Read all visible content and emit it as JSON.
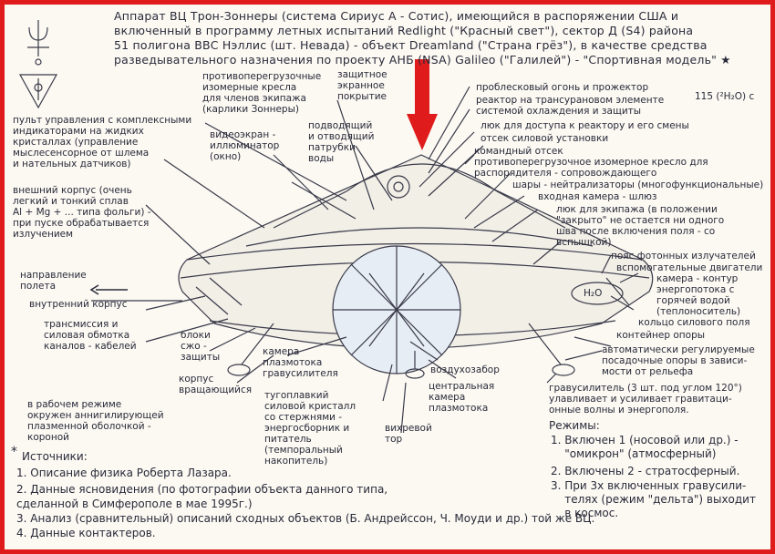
{
  "header": {
    "line1": "Аппарат ВЦ Трон-Зоннеры (система Сириус А - Сотис), имеющийся в распоряжении США и",
    "line2": "включенный в программу летных испытаний Redlight (\"Красный свет\"), сектор Д (S4) района",
    "line3": "51 полигона ВВС Нэллис (шт. Невада) - объект Dreamland (\"Страна грёз\"), в качестве средства",
    "line4": "разведывательного назначения по проекту АНБ (NSA) Galileo (\"Галилей\") - \"Спортивная модель\" ★"
  },
  "labels": {
    "control_panel": "пульт управления с комплексными\nиндикаторами на жидких\nкристаллах (управление\nмыслесенсорное от шлема\nи нательных датчиков)",
    "outer_hull": "внешний корпус (очень\nлегкий и тонкий сплав\nAl + Mg + ... типа фольги) -\nпри пуске обрабатывается\nизлучением",
    "flight_direction": "направление\nполета",
    "inner_hull": "внутренний корпус",
    "transmission": "трансмиссия и\nсиловая обмотка\nканалов - кабелей",
    "cooling_blocks": "блоки\nсжо -\nзащиты",
    "rotating_body": "корпус\nвращающийся",
    "plasma_field": "в рабочем режиме\nокружен аннигилирующей\nплазменной оболочкой -\nкороной",
    "anti_g_seats": "противоперегрузочные\nизомерные кресла\nдля членов экипажа\n(карлики Зоннеры)",
    "shield_cover": "защитное\nэкранное\nпокрытие",
    "video_screen": "видеоэкран -\nиллюминатор\n(окно)",
    "water_pipes": "подводящий\nи отводящий\nпатрубки\nводы",
    "beacon": "проблесковый огонь и прожектор",
    "reactor_element": "реактор на трансурановом элементе\nсистемой охлаждения и защиты",
    "element_formula": "115 (²H₂O) с",
    "crew_hatch": "люк для доступа к реактору и его смены",
    "power_compartment": "отсек силовой установки",
    "command_compartment": "командный отсек",
    "navigator_seat": "противоперегрузочное изомерное кресло для\nраспорядителя - сопровождающего",
    "neutralizer_balls": "шары - нейтрализаторы (многофункциональные)",
    "entry_lock": "входная камера - шлюз",
    "crew_hatch2": "люк для экипажа (в положении\n\"закрыто\" не остается ни одного\nшва после включения поля - со\nвспышкой)",
    "photon_emitters": "пояс фотонных излучателей",
    "auxiliary_engines": "вспомогательные двигатели",
    "energy_circuit": "камера - контур\nэнергопотока с\nгорячей водой\n(теплоноситель)",
    "water": "H₂O",
    "power_ring": "кольцо силового поля",
    "support_container": "контейнер опоры",
    "auto_supports": "автоматически регулируемые\nпосадочные опоры в зависи-\nмости от рельефа",
    "plasma_camera": "камера\nплазмотока\nгравусилителя",
    "air_intake": "воздухозабор",
    "central_camera": "центральная\nкамера\nплазмотока",
    "crystal": "тугоплавкий\nсиловой кристалл\nсо стержнями -\nэнергосборник и\nпитатель\n(темпоральный\nнакопитель)",
    "vortex_torus": "вихревой\nтор",
    "grav_amplifier": "гравусилитель (3 шт. под углом 120°)\nулавливает и усиливает гравитаци-\nонные волны и энергополя."
  },
  "modes": {
    "title": "Режимы:",
    "items": [
      "1. Включен 1 (носовой или др.) -\n    \"омикрон\" (атмосферный)",
      "2. Включены 2 - стратосферный.",
      "3. При 3х включенных гравусили-\n    телях (режим \"дельта\") выходит\n    в космос."
    ]
  },
  "sources": {
    "title": "Источники:",
    "items": [
      "1. Описание физика Роберта Лазара.",
      "2. Данные ясновидения (по фотографии объекта данного типа,",
      "     сделанной в Симферополе в мае 1995г.)",
      "3. Анализ (сравнительный) описаний сходных объектов (Б. Андрейссон, Ч. Моуди и др.) той же ВЦ.",
      "4. Данные контактеров."
    ]
  },
  "colors": {
    "border": "#e01b1b",
    "arrow": "#e01b1b",
    "ink": "#2a2a3a",
    "paper": "#fbf9f2"
  },
  "icons": [
    "trident-symbol",
    "triangle-symbol",
    "star-mark",
    "red-arrow"
  ]
}
